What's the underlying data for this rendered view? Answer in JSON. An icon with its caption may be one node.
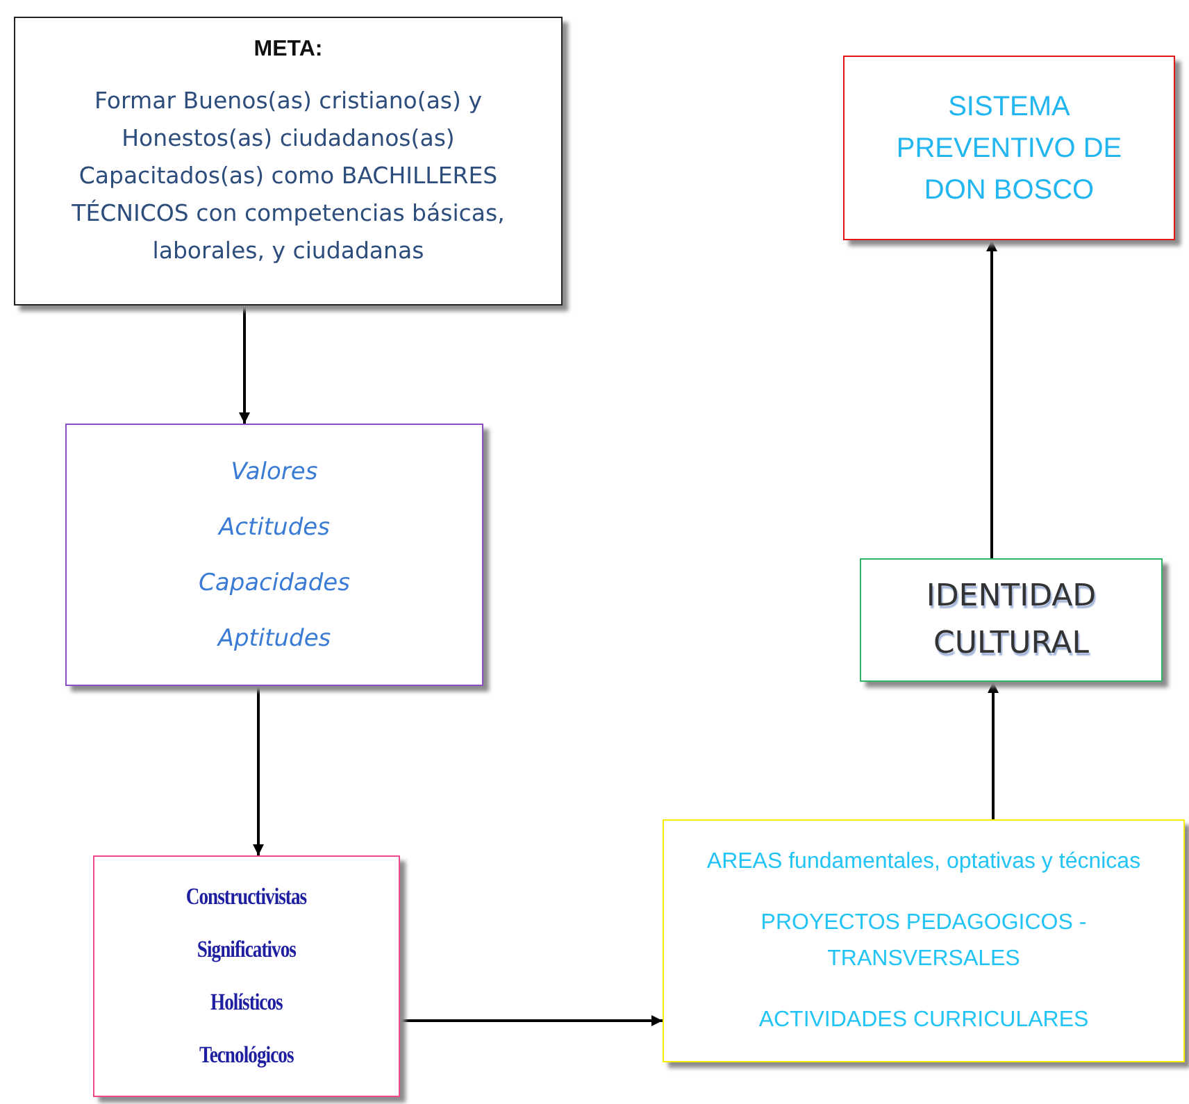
{
  "diagram": {
    "nodes": [
      {
        "text": [
          "META:",
          "Formar Buenos(as) cristiano(as) y Honestos(as) ciudadanos(as) Capacitados(as) como BACHILLERES TÉCNICOS con competencias básicas, laborales, y ciudadanas"
        ]
      },
      {
        "text": [
          "Valores",
          "Actitudes",
          "Capacidades",
          "Aptitudes"
        ]
      },
      {
        "text": [
          "Constructivistas",
          "Significativos",
          "Holísticos",
          "Tecnológicos"
        ]
      },
      {
        "text": [
          "AREAS fundamentales, optativas y técnicas",
          "PROYECTOS PEDAGOGICOS - TRANSVERSALES",
          "ACTIVIDADES CURRICULARES"
        ]
      },
      {
        "text": [
          "IDENTIDAD CULTURAL"
        ]
      },
      {
        "text": [
          "SISTEMA PREVENTIVO DE DON BOSCO"
        ]
      }
    ],
    "edges": [
      {
        "from": 0,
        "to": 1,
        "arrow": "to"
      },
      {
        "from": 1,
        "to": 2,
        "arrow": "to"
      },
      {
        "from": 2,
        "to": 3,
        "arrow": "to"
      },
      {
        "from": 3,
        "to": 4,
        "arrow": "to"
      },
      {
        "from": 4,
        "to": 5,
        "arrow": "to"
      }
    ]
  }
}
